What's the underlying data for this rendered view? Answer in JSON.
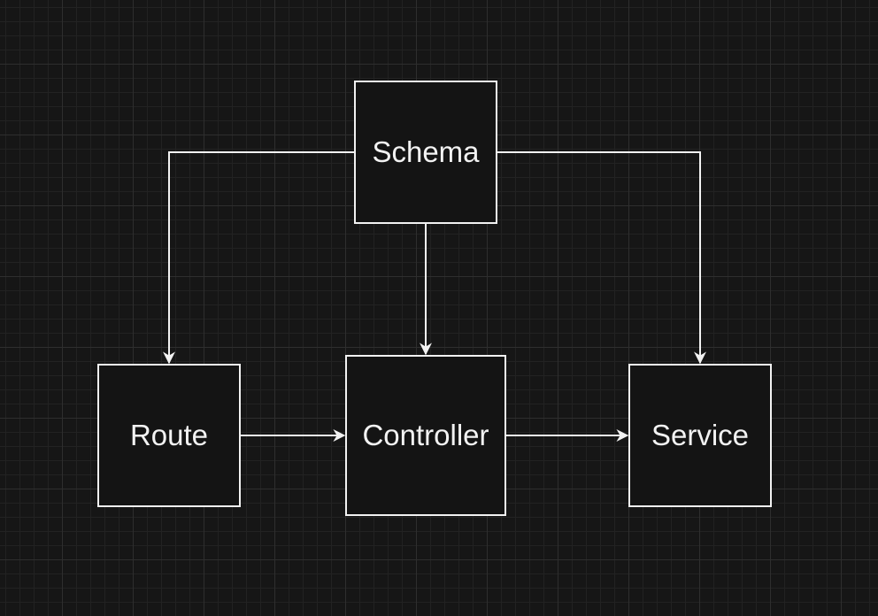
{
  "diagram": {
    "nodes": [
      {
        "id": "schema",
        "label": "Schema"
      },
      {
        "id": "route",
        "label": "Route"
      },
      {
        "id": "controller",
        "label": "Controller"
      },
      {
        "id": "service",
        "label": "Service"
      }
    ],
    "edges": [
      {
        "from": "schema",
        "to": "route"
      },
      {
        "from": "schema",
        "to": "controller"
      },
      {
        "from": "schema",
        "to": "service"
      },
      {
        "from": "route",
        "to": "controller"
      },
      {
        "from": "controller",
        "to": "service"
      }
    ]
  },
  "colors": {
    "background": "#161616",
    "stroke": "#f2f2f2"
  }
}
